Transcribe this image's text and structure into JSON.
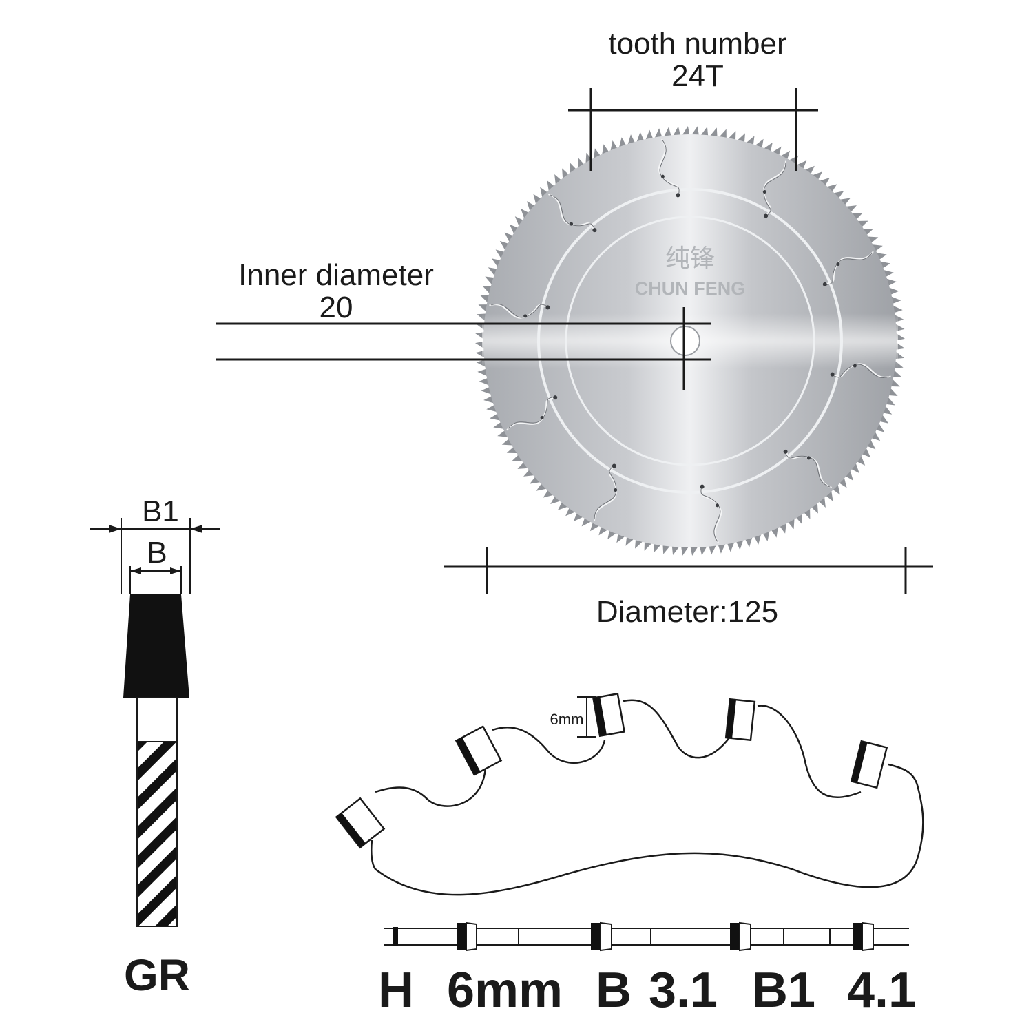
{
  "blade": {
    "brand_cn": "纯锋",
    "brand_en": "CHUN FENG"
  },
  "labels": {
    "tooth_number_title": "tooth number",
    "tooth_number_value": "24T",
    "inner_diameter_title": "Inner diameter",
    "inner_diameter_value": "20",
    "diameter": "Diameter:125",
    "b1": "B1",
    "b": "B",
    "gr": "GR",
    "tooth_height_mm": "6mm"
  },
  "specs": {
    "h_label": "H",
    "h_value": "6mm",
    "b_label": "B",
    "b_value": "3.1",
    "b1_label": "B1",
    "b1_value": "4.1"
  },
  "colors": {
    "ink": "#1a1a1a",
    "blade_edge": "#8e9196",
    "blade_light": "#e9eaec",
    "blade_mid": "#b7b9bd"
  }
}
